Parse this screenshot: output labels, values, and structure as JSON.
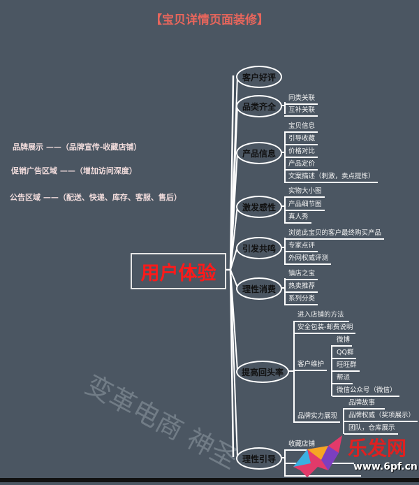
{
  "title": "【宝贝详情页面装修】",
  "notes": [
    "品牌展示 ——（品牌宣传-收藏店铺）",
    "促销广告区域 ——（增加访问深度）",
    "公告区域 ——（配送、快递、库存、客服、售后）"
  ],
  "center": "用户体验",
  "branches": [
    {
      "label": "客户好评",
      "children": []
    },
    {
      "label": "品类齐全",
      "children": [
        "同类关联",
        "互补关联"
      ]
    },
    {
      "label": "产品信息",
      "children": [
        "宝贝信息",
        "引导收藏",
        "价格对比",
        "产品定价",
        "文案描述（刺激，卖点提炼）"
      ]
    },
    {
      "label": "激发感性",
      "children": [
        "实物大小图",
        "产品细节图",
        "真人秀"
      ]
    },
    {
      "label": "引发共鸣",
      "children": [
        "浏览此宝贝的客户最终购买产品",
        "专家点评",
        "外网权威评测"
      ]
    },
    {
      "label": "理性消费",
      "children": [
        "镇店之宝",
        "热卖推荐",
        "系列分类"
      ]
    },
    {
      "label": "提高回头率",
      "children": [
        "进入店铺的方法",
        "安全包装-邮费说明",
        "客户维护",
        "品牌实力展现"
      ],
      "customer_care": [
        "微博",
        "QQ群",
        "旺旺群",
        "帮派",
        "微信公众号（微信）"
      ],
      "brand_strength": [
        "品牌故事",
        "品牌权威（奖项展示）",
        "团队，仓库展示"
      ]
    },
    {
      "label": "理性引导",
      "children": [
        "收藏店铺"
      ]
    }
  ],
  "watermark": "变革电商 神圣",
  "logo": {
    "name": "乐发网",
    "url": "www.6pf.cn"
  }
}
